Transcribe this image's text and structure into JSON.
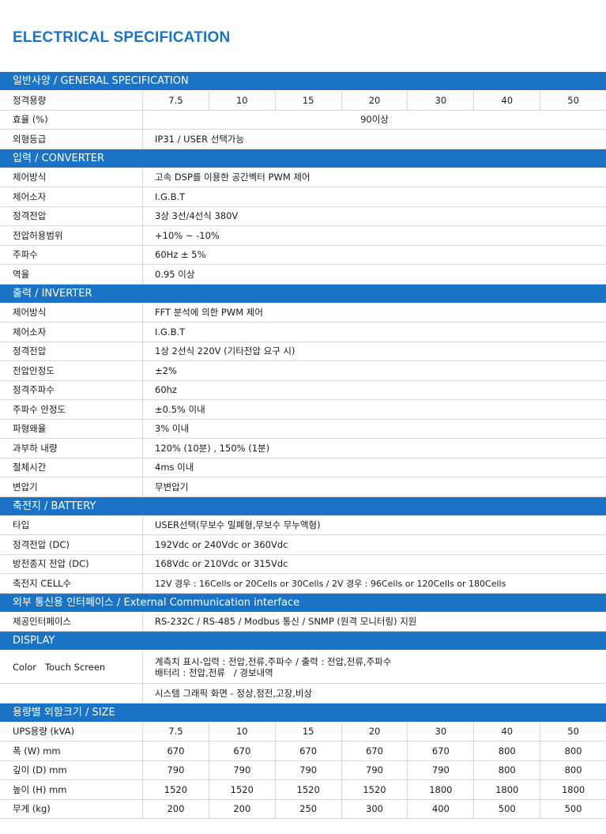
{
  "title": "ELECTRICAL SPECIFICATION",
  "capacities": [
    "7.5",
    "10",
    "15",
    "20",
    "30",
    "40",
    "50"
  ],
  "general": {
    "header": "일반사양 / GENERAL SPECIFICATION",
    "rated_capacity_label": "정격용량",
    "efficiency_label": "효율 (%)",
    "efficiency_value": "90이상",
    "enclosure_label": "외형등급",
    "enclosure_value": "IP31 / USER 선택가능"
  },
  "converter": {
    "header": "입력 / CONVERTER",
    "rows": [
      {
        "label": "제어방식",
        "value": "고속 DSP를 이용한 공간벡터 PWM 제어"
      },
      {
        "label": "제어소자",
        "value": "I.G.B.T"
      },
      {
        "label": "정격전압",
        "value": "3상 3선/4선식 380V"
      },
      {
        "label": "전압허용범위",
        "value": "+10% ~ -10%"
      },
      {
        "label": "주파수",
        "value": "60Hz ± 5%"
      },
      {
        "label": "역율",
        "value": "0.95 이상"
      }
    ]
  },
  "inverter": {
    "header": "출력 / INVERTER",
    "rows": [
      {
        "label": "제어방식",
        "value": "FFT 분석에 의한 PWM 제어"
      },
      {
        "label": "제어소자",
        "value": "I.G.B.T"
      },
      {
        "label": "정격전압",
        "value": "1상 2선식 220V (기타전압 요구 시)"
      },
      {
        "label": "전압안정도",
        "value": "±2%"
      },
      {
        "label": "정격주파수",
        "value": "60hz"
      },
      {
        "label": "주파수 안정도",
        "value": "±0.5% 이내"
      },
      {
        "label": "파형왜율",
        "value": "3% 이내"
      },
      {
        "label": "과부하 내량",
        "value": "120% (10분) , 150% (1분)"
      },
      {
        "label": "절체시간",
        "value": "4ms 이내"
      },
      {
        "label": "변압기",
        "value": "무변압기"
      }
    ]
  },
  "battery": {
    "header": "축전지 / BATTERY",
    "rows": [
      {
        "label": "타입",
        "value": "USER선택(무보수 밀폐형,무보수 무누액형)"
      },
      {
        "label": "정격전압 (DC)",
        "value": "192Vdc or 240Vdc or 360Vdc"
      },
      {
        "label": "방전종지 전압 (DC)",
        "value": "168Vdc or 210Vdc or 315Vdc"
      },
      {
        "label": "축전지 CELL수",
        "value": "12V 경우 : 16Cells or 20Cells or 30Cells / 2V 경우 : 96Cells or 120Cells or 180Cells"
      }
    ]
  },
  "comm": {
    "header": "외부 통신용 인터페이스 / External Communication interface",
    "label": "제공인터페이스",
    "value": "RS-232C / RS-485 / Modbus 통신 / SNMP (원격 모니터링) 지원"
  },
  "display": {
    "header": "DISPLAY",
    "label": "Color   Touch Screen",
    "line1": "계측치 표시-입력 : 전압,전류,주파수 / 출력 : 전압,전류,주파수",
    "line2": "배터리 : 전압,전류   / 경보내역",
    "line3": "시스템 그래픽 화면 - 정상,정전,고장,비상"
  },
  "size": {
    "header": "용량별 외함크기 / SIZE",
    "rows": [
      {
        "label": "UPS용량 (kVA)",
        "values": [
          "7.5",
          "10",
          "15",
          "20",
          "30",
          "40",
          "50"
        ]
      },
      {
        "label": "폭 (W) mm",
        "values": [
          "670",
          "670",
          "670",
          "670",
          "670",
          "800",
          "800"
        ]
      },
      {
        "label": "깊이 (D) mm",
        "values": [
          "790",
          "790",
          "790",
          "790",
          "790",
          "800",
          "800"
        ]
      },
      {
        "label": "높이 (H) mm",
        "values": [
          "1520",
          "1520",
          "1520",
          "1520",
          "1800",
          "1800",
          "1800"
        ]
      },
      {
        "label": "무게 (kg)",
        "values": [
          "200",
          "200",
          "250",
          "300",
          "400",
          "500",
          "500"
        ]
      }
    ]
  }
}
